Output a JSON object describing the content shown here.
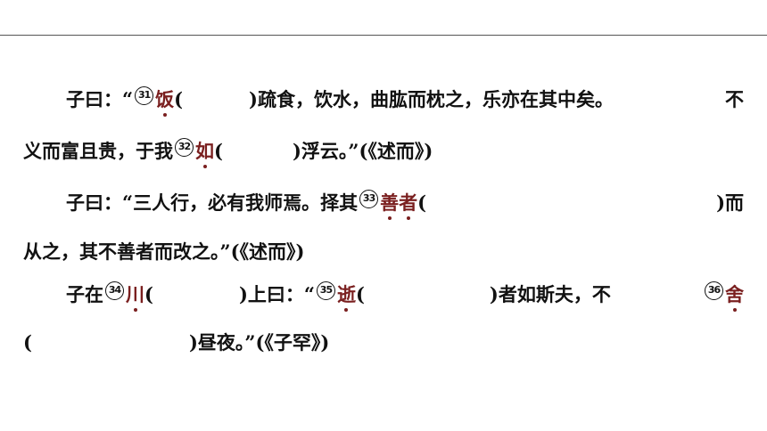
{
  "passage": {
    "p1": {
      "lead": "子曰：“",
      "n31": "31",
      "w31": "饭",
      "after31": "(",
      "rest1a": ")疏食，饮水，曲肱而枕之，乐亦在其中矣。",
      "end1": "不",
      "line2a": "义而富且贵，于我",
      "n32": "32",
      "w32": "如",
      "after32": "(",
      "rest2": ")浮云。”(《述而》)"
    },
    "p2": {
      "lead": "子曰：“三人行，必有我师焉。择其",
      "n33": "33",
      "w33a": "善",
      "w33b": "者",
      "after33": "(",
      "end3": ")而",
      "line4": "从之，其不善者而改之。”(《述而》)"
    },
    "p3": {
      "lead": "子在",
      "n34": "34",
      "w34": "川",
      "after34": "(",
      "mid5": ")上曰：“",
      "n35": "35",
      "w35": "逝",
      "after35": "(",
      "mid5b": ")者如斯夫，不",
      "n36": "36",
      "w36": "舍",
      "line6a": "(",
      "line6b": ")昼夜。”(《子罕》)"
    }
  }
}
